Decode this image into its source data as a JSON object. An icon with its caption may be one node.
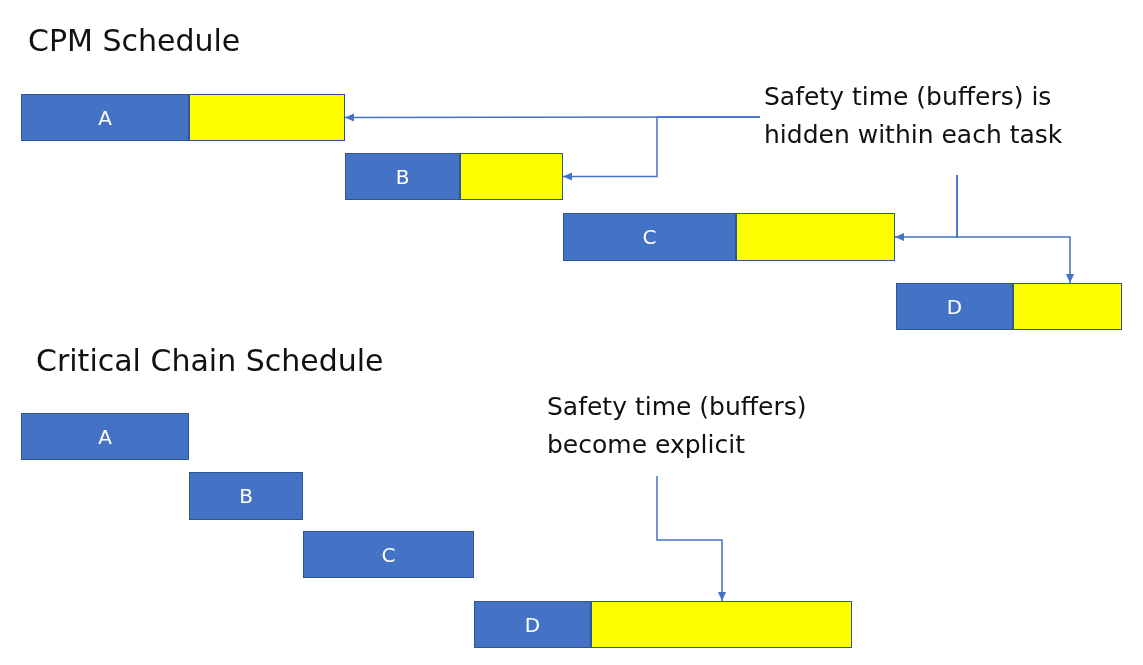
{
  "diagram": {
    "nodes": [
      {
        "text": [
          "A"
        ]
      },
      {
        "text": [],
        "shape": "box"
      },
      {
        "text": [
          "Safety time (buffers) is hidden within each task"
        ]
      },
      {
        "text": [
          "B"
        ]
      },
      {
        "text": [],
        "shape": "box"
      },
      {
        "text": [
          "C"
        ]
      },
      {
        "text": [],
        "shape": "box"
      },
      {
        "text": [
          "D"
        ]
      },
      {
        "text": [],
        "shape": "box"
      },
      {
        "text": [
          "A"
        ]
      },
      {
        "text": [
          "B"
        ]
      },
      {
        "text": [
          "C"
        ]
      },
      {
        "text": [
          "Safety time (buffers) become explicit"
        ]
      },
      {
        "text": [
          "D"
        ]
      },
      {
        "text": [],
        "shape": "box"
      }
    ],
    "edges": [
      {
        "from": 2,
        "to": 1,
        "arrow": "to"
      },
      {
        "from": 2,
        "to": 4,
        "arrow": "to"
      },
      {
        "from": 2,
        "to": 6,
        "arrow": "to"
      },
      {
        "from": 2,
        "to": 8,
        "arrow": "to"
      },
      {
        "from": 12,
        "to": 14,
        "arrow": "to"
      }
    ],
    "labels": [
      "CPM Schedule",
      "Critical Chain Schedule"
    ]
  }
}
